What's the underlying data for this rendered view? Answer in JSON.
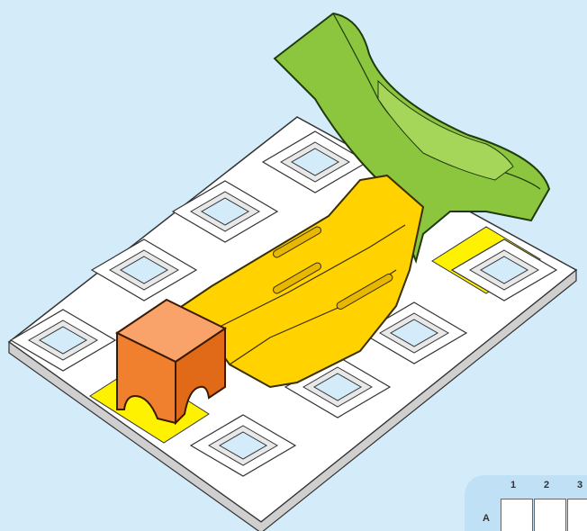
{
  "grid_key": {
    "columns": [
      "1",
      "2",
      "3"
    ],
    "rows": [
      "A"
    ]
  },
  "colors": {
    "background": "#d4ecfa",
    "base_plate": "#ffffff",
    "highlight_square": "#fff200",
    "cube": "#f07f2e",
    "yellow_ramp": "#ffd200",
    "green_ramp": "#8cc63f"
  },
  "pieces": [
    "base-plate-grid",
    "orange-cube",
    "yellow-ramp",
    "green-ramp"
  ]
}
